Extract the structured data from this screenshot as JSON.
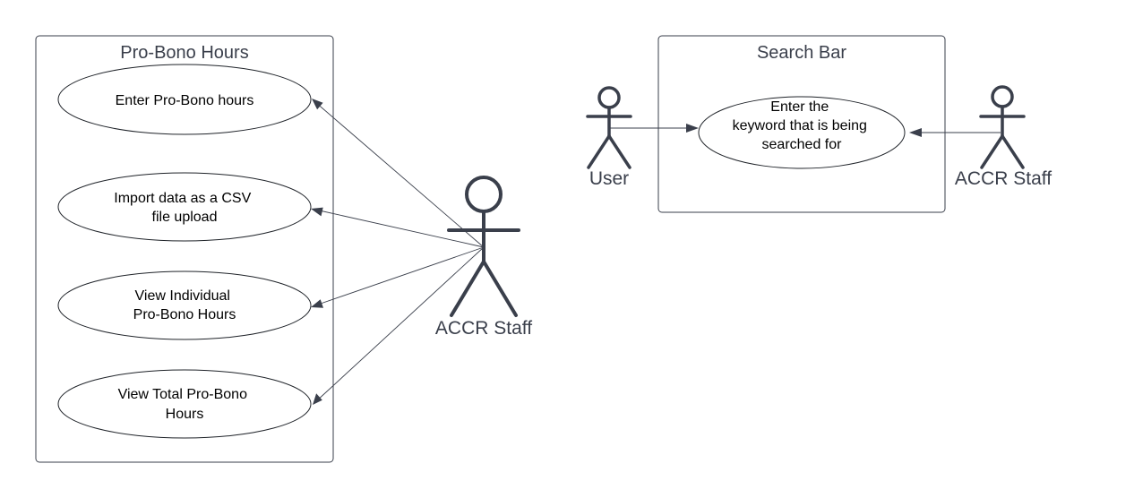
{
  "boundaries": {
    "probono": {
      "title": "Pro-Bono Hours"
    },
    "search": {
      "title": "Search Bar"
    }
  },
  "use_cases": {
    "enter_hours": {
      "lines": [
        "Enter Pro-Bono hours"
      ]
    },
    "import_csv": {
      "lines": [
        "Import data as a CSV",
        "file upload"
      ]
    },
    "view_individual": {
      "lines": [
        "View Individual",
        "Pro-Bono Hours"
      ]
    },
    "view_total": {
      "lines": [
        "View Total Pro-Bono",
        "Hours"
      ]
    },
    "search_keyword": {
      "lines": [
        "Enter the",
        "keyword that is being",
        "searched for"
      ]
    }
  },
  "actors": {
    "accr_staff_main": {
      "label": "ACCR Staff"
    },
    "user": {
      "label": "User"
    },
    "accr_staff_search": {
      "label": "ACCR Staff"
    }
  },
  "colors": {
    "stroke": "#3a3f4b",
    "ellipse_stroke": "#1f2329",
    "text": "#000000",
    "background": "#ffffff"
  }
}
